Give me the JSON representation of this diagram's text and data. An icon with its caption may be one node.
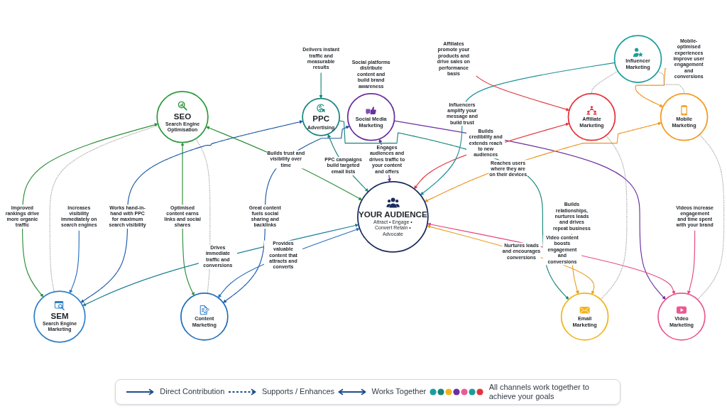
{
  "diagram": {
    "nodes": [
      {
        "text": [
          "SEO",
          "Search Engine Optimisation"
        ]
      },
      {
        "text": [
          "Increases visibility immediately on search engines"
        ]
      },
      {
        "text": [
          "SEM",
          "Search Engine Marketing"
        ]
      },
      {
        "text": [
          "Content Marketing"
        ]
      },
      {
        "text": [
          "Delivers instant traffic and measurable results"
        ]
      },
      {
        "text": [
          "PPC",
          "Advertising"
        ]
      },
      {
        "text": [
          "YOUR AUDIENCE",
          "Attract • Engage • Convert Retain • Advocate"
        ]
      },
      {
        "text": [
          "Social Media Marketing"
        ],
        "beside": [
          "Social platforms distribute content and build brand awareness"
        ]
      },
      {
        "text": [
          "Builds relationships, nurtures leads and drives repeat business"
        ]
      },
      {
        "text": [
          "Email Marketing"
        ]
      },
      {
        "text": [
          "Video Marketing"
        ]
      },
      {
        "text": [
          "Videos increase engagement and time spent with your brand"
        ]
      },
      {
        "text": [
          "Affiliates promote your products and drive sales on performance basis"
        ]
      },
      {
        "text": [
          "Affiliate Marketing"
        ]
      },
      {
        "text": [
          "Influencer Marketing"
        ]
      },
      {
        "text": [
          "Mobile Marketing"
        ]
      },
      {
        "text": [
          "Mobile-optimised experiences improve user engagement and conversions"
        ]
      }
    ],
    "edges": [
      {
        "from": 0,
        "to": 2,
        "arrow": "both",
        "label": "Improved rankings drive more organic traffic",
        "color": "#2f8f3a"
      },
      {
        "from": 0,
        "to": 3,
        "arrow": "both",
        "label": "Optimised content earns links and social shares",
        "color": "#2f8f3a"
      },
      {
        "from": 0,
        "to": 2,
        "arrow": "none",
        "style": "dashed",
        "color": "#9a9a9a"
      },
      {
        "from": 0,
        "to": 3,
        "arrow": "none",
        "style": "dashed",
        "color": "#9a9a9a"
      },
      {
        "from": 1,
        "to": 2,
        "arrow": "to",
        "color": "#2a72c0"
      },
      {
        "from": 5,
        "to": 2,
        "arrow": "both",
        "label": "Works hand-in-hand with PPC for maximum search visibility",
        "color": "#1f5aa8"
      },
      {
        "from": 6,
        "to": 2,
        "arrow": "both",
        "label": "Drives immediate traffic and conversions",
        "color": "#1f7f95"
      },
      {
        "from": 0,
        "to": 6,
        "arrow": "both",
        "label": "Builds trust and visibility over time",
        "color": "#2f8f3a"
      },
      {
        "from": 6,
        "to": 3,
        "arrow": "both",
        "label": "Provides valuable content that attracts and converts",
        "color": "#2a6fc0"
      },
      {
        "from": 7,
        "to": 3,
        "arrow": "both",
        "label": "Great content fuels social sharing and backlinks",
        "color": "#1f5aa8"
      },
      {
        "from": 4,
        "to": 5,
        "arrow": "to",
        "color": "#17857a"
      },
      {
        "from": 5,
        "to": 6,
        "arrow": "both",
        "label": "PPC campaigns build targeted email lists",
        "color": "#17857a"
      },
      {
        "from": 7,
        "to": 6,
        "arrow": "both",
        "label": "Engages audiences and drives traffic to your content and offers",
        "color": "#6b2fa0"
      },
      {
        "from": 5,
        "to": 9,
        "arrow": "to",
        "color": "#17857a"
      },
      {
        "from": 7,
        "to": 10,
        "arrow": "to",
        "color": "#6b2fa0"
      },
      {
        "from": 8,
        "to": 9,
        "arrow": "to",
        "color": "#e9a020"
      },
      {
        "from": 6,
        "to": 9,
        "arrow": "both",
        "label": "Nurtures leads and encourages conversions",
        "color": "#e9a020"
      },
      {
        "from": 6,
        "to": 10,
        "arrow": "both",
        "label": "Video content boosts engagement and conversions",
        "color": "#e6467f"
      },
      {
        "from": 11,
        "to": 10,
        "arrow": "to",
        "color": "#e6467f"
      },
      {
        "from": 13,
        "to": 6,
        "arrow": "both",
        "label": "Builds credibility and extends reach to new audiences",
        "color": "#e0353d"
      },
      {
        "from": 14,
        "to": 6,
        "arrow": "to",
        "label": "Influencers amplify your message and build trust",
        "color": "#1b8f99"
      },
      {
        "from": 15,
        "to": 6,
        "arrow": "both",
        "label": "Reaches users where they are on their devices",
        "color": "#f0951e"
      },
      {
        "from": 12,
        "to": 13,
        "arrow": "to",
        "color": "#e0353d"
      },
      {
        "from": 16,
        "to": 15,
        "arrow": "to",
        "color": "#f0951e"
      },
      {
        "from": 13,
        "to": 9,
        "arrow": "none",
        "style": "dashed",
        "color": "#9a9a9a"
      },
      {
        "from": 14,
        "to": 13,
        "arrow": "none",
        "style": "dashed",
        "color": "#9a9a9a"
      },
      {
        "from": 14,
        "to": 15,
        "arrow": "none",
        "style": "dashed",
        "color": "#9a9a9a"
      },
      {
        "from": 15,
        "to": 10,
        "arrow": "none",
        "style": "dashed",
        "color": "#9a9a9a"
      }
    ],
    "legend": [
      {
        "text": "Direct Contribution"
      },
      {
        "text": "Supports / Enhances"
      },
      {
        "text": "Works Together"
      },
      {
        "text": "All channels work together to achieve your goals"
      }
    ]
  }
}
